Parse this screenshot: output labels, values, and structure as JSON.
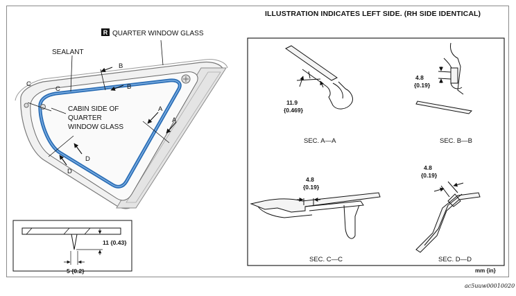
{
  "header": "ILLUSTRATION INDICATES LEFT SIDE. (RH SIDE IDENTICAL)",
  "main": {
    "badge": "R",
    "part_name": "QUARTER WINDOW GLASS",
    "sealant_label": "SEALANT",
    "cabin_side_label": [
      "CABIN SIDE OF",
      "QUARTER",
      "WINDOW GLASS"
    ],
    "section_letters": {
      "a": "A",
      "b": "B",
      "c": "C",
      "d": "D"
    }
  },
  "detail": {
    "height": "11 {0.43}",
    "width": "5 {0.2}"
  },
  "sections": {
    "aa": {
      "title": "SEC. A—A",
      "dim": [
        "11.9",
        "{0.469}"
      ]
    },
    "bb": {
      "title": "SEC. B—B",
      "dim": [
        "4.8",
        "{0.19}"
      ]
    },
    "cc": {
      "title": "SEC. C—C",
      "dim": [
        "4.8",
        "{0.19}"
      ]
    },
    "dd": {
      "title": "SEC. D—D",
      "dim": [
        "4.8",
        "{0.19}"
      ]
    }
  },
  "units": "mm {in}",
  "figure_code": "ac5uuw00010020"
}
